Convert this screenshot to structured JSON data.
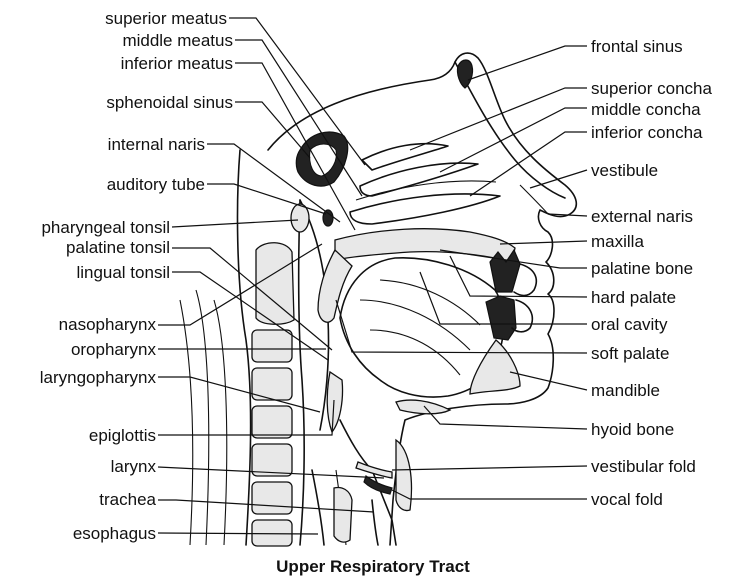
{
  "title": "Upper Respiratory Tract",
  "labels_left": [
    "superior meatus",
    "middle meatus",
    "inferior meatus",
    "sphenoidal sinus",
    "internal naris",
    "auditory tube",
    "pharyngeal tonsil",
    "palatine tonsil",
    "lingual tonsil",
    "nasopharynx",
    "oropharynx",
    "laryngopharynx",
    "epiglottis",
    "larynx",
    "trachea",
    "esophagus"
  ],
  "labels_right": [
    "frontal sinus",
    "superior concha",
    "middle concha",
    "inferior concha",
    "vestibule",
    "external naris",
    "maxilla",
    "palatine bone",
    "hard palate",
    "oral cavity",
    "soft palate",
    "mandible",
    "hyoid bone",
    "vestibular fold",
    "vocal fold"
  ]
}
